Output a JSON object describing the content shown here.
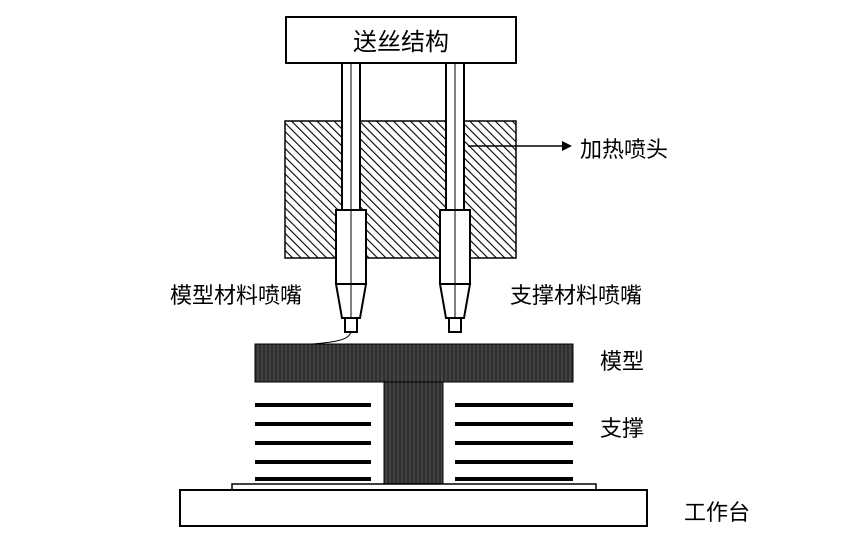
{
  "diagram": {
    "feed_mechanism_label": "送丝结构",
    "heated_nozzle_label": "加热喷头",
    "model_nozzle_label": "模型材料喷嘴",
    "support_nozzle_label": "支撑材料喷嘴",
    "model_label": "模型",
    "support_label": "支撑",
    "worktable_label": "工作台"
  },
  "colors": {
    "stroke": "#000000",
    "model_fill": "#3a3a3a",
    "hatch": "#000000",
    "background": "#ffffff"
  }
}
